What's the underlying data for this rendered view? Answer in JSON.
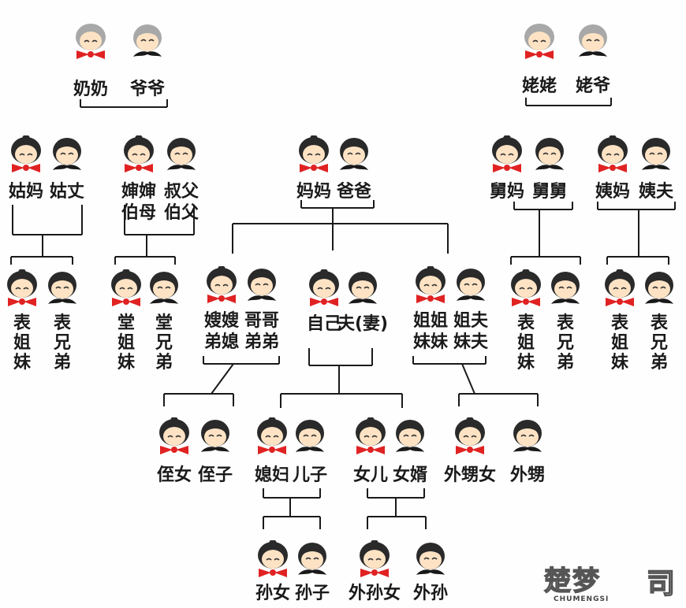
{
  "people": {
    "nainai": {
      "label": "奶奶",
      "icon": "grandma-icon"
    },
    "yeye": {
      "label": "爷爷",
      "icon": "grandpa-icon"
    },
    "laolao": {
      "label": "姥姥",
      "icon": "grandma-icon"
    },
    "laoye": {
      "label": "姥爷",
      "icon": "grandpa-icon"
    },
    "guma": {
      "label": "姑妈",
      "icon": "woman-icon"
    },
    "guzhang": {
      "label": "姑丈",
      "icon": "man-icon"
    },
    "shenshen": {
      "label": "婶婶伯母",
      "icon": "woman-icon"
    },
    "shufu": {
      "label": "叔父伯父",
      "icon": "man-icon"
    },
    "mama": {
      "label": "妈妈",
      "icon": "woman-icon"
    },
    "baba": {
      "label": "爸爸",
      "icon": "man-icon"
    },
    "jiuma": {
      "label": "舅妈",
      "icon": "woman-icon"
    },
    "jiujiu": {
      "label": "舅舅",
      "icon": "man-icon"
    },
    "yima": {
      "label": "姨妈",
      "icon": "woman-icon"
    },
    "yifu": {
      "label": "姨夫",
      "icon": "man-icon"
    },
    "biaojiemei1": {
      "label": "表姐妹",
      "icon": "woman-icon"
    },
    "biaoxiongdi1": {
      "label": "表兄弟",
      "icon": "man-icon"
    },
    "tangjiemei": {
      "label": "堂姐妹",
      "icon": "woman-icon"
    },
    "tangxiongdi": {
      "label": "堂兄弟",
      "icon": "man-icon"
    },
    "saosao": {
      "label": "嫂嫂弟媳",
      "icon": "woman-icon"
    },
    "gege": {
      "label": "哥哥弟弟",
      "icon": "man-icon"
    },
    "ziji": {
      "label": "自己",
      "icon": "woman-icon"
    },
    "fu": {
      "label": "夫(妻)",
      "icon": "man-icon"
    },
    "jiejie": {
      "label": "姐姐妹妹",
      "icon": "woman-icon"
    },
    "jiefu": {
      "label": "姐夫妹夫",
      "icon": "man-icon"
    },
    "biaojiemei2": {
      "label": "表姐妹",
      "icon": "woman-icon"
    },
    "biaoxiongdi2": {
      "label": "表兄弟",
      "icon": "man-icon"
    },
    "biaojiemei3": {
      "label": "表姐妹",
      "icon": "woman-icon"
    },
    "biaoxiongdi3": {
      "label": "表兄弟",
      "icon": "man-icon"
    },
    "zhinv": {
      "label": "侄女",
      "icon": "woman-icon"
    },
    "zhizi": {
      "label": "侄子",
      "icon": "man-icon"
    },
    "xifu": {
      "label": "媳妇",
      "icon": "woman-icon"
    },
    "erzi": {
      "label": "儿子",
      "icon": "man-icon"
    },
    "nver": {
      "label": "女儿",
      "icon": "woman-icon"
    },
    "nvxu": {
      "label": "女婿",
      "icon": "man-icon"
    },
    "waishengnv": {
      "label": "外甥女",
      "icon": "woman-icon"
    },
    "waisheng": {
      "label": "外甥",
      "icon": "man-icon"
    },
    "sunnv": {
      "label": "孙女",
      "icon": "woman-icon"
    },
    "sunzi": {
      "label": "孙子",
      "icon": "man-icon"
    },
    "waisunnv": {
      "label": "外孙女",
      "icon": "woman-icon"
    },
    "waisun": {
      "label": "外孙",
      "icon": "man-icon"
    }
  },
  "logo": {
    "text": "楚梦",
    "sub": "CHUMENGSI"
  },
  "colors": {
    "bow": "#e02222",
    "hair": "#2a2a2a",
    "grey_hair": "#a8a8a8",
    "skin": "#fde3c4",
    "line": "#1a1a1a"
  }
}
